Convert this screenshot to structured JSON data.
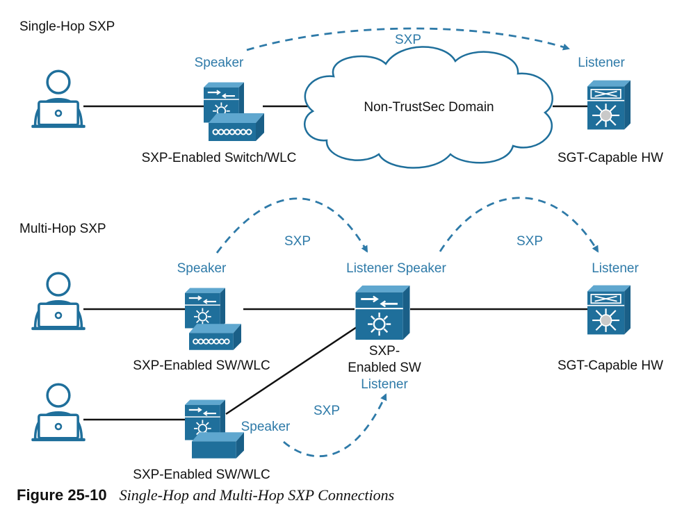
{
  "colors": {
    "device_dark": "#1f6f9b",
    "device_light": "#5fa7cf",
    "label_blue": "#2e7aa8",
    "arrow_blue": "#2e7aa8",
    "text_black": "#111111"
  },
  "single_hop": {
    "heading": "Single-Hop SXP",
    "speaker_label": "Speaker",
    "listener_label": "Listener",
    "sxp_label": "SXP",
    "cloud_label": "Non-TrustSec Domain",
    "speaker_device": "SXP-Enabled Switch/WLC",
    "listener_device": "SGT-Capable HW"
  },
  "multi_hop": {
    "heading": "Multi-Hop SXP",
    "speaker_label": "Speaker",
    "middle_label": "Listener Speaker",
    "listener_label": "Listener",
    "sxp_label_left": "SXP",
    "sxp_label_right": "SXP",
    "sxp_label_bottom": "SXP",
    "speaker_device": "SXP-Enabled SW/WLC",
    "middle_device_line1": "SXP-",
    "middle_device_line2": "Enabled SW",
    "middle_listener_label": "Listener",
    "listener_device": "SGT-Capable HW",
    "bottom_device": "SXP-Enabled SW/WLC",
    "bottom_speaker_label": "Speaker"
  },
  "caption": {
    "number": "Figure 25-10",
    "text": "Single-Hop and Multi-Hop SXP Connections"
  }
}
